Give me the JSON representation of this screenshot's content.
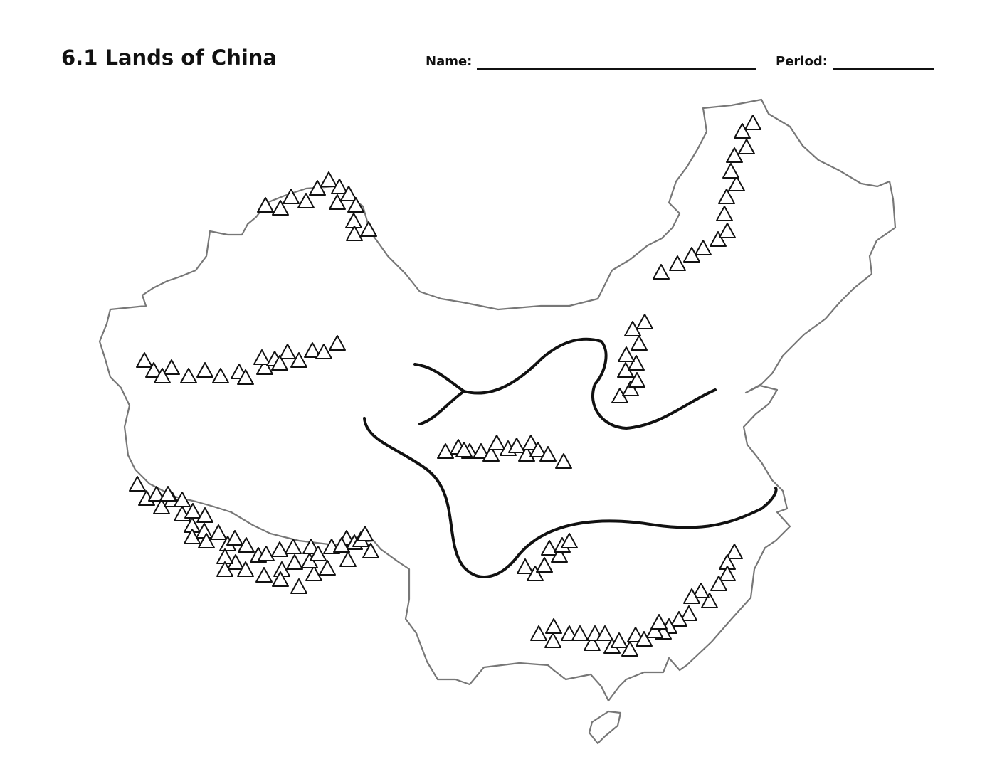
{
  "worksheet": {
    "title": "6.1 Lands of China",
    "name_label": "Name:",
    "period_label": "Period:"
  },
  "map": {
    "regions": [
      "china-mainland-outline",
      "taiwan-outline"
    ],
    "rivers": [
      "huang-he-river",
      "chang-jiang-river"
    ],
    "mountain_ranges": [
      "altai-mountains",
      "tian-shan-mountains",
      "kunlun-himalaya-mountains",
      "qinling-mountains",
      "greater-khingan-mountains",
      "taihang-mountains",
      "wuyi-mountains",
      "nanling-mountains",
      "wuling-mountains"
    ],
    "colors": {
      "outline": "#777777",
      "river": "#111111",
      "mountain_stroke": "#111111",
      "background": "#ffffff"
    }
  }
}
